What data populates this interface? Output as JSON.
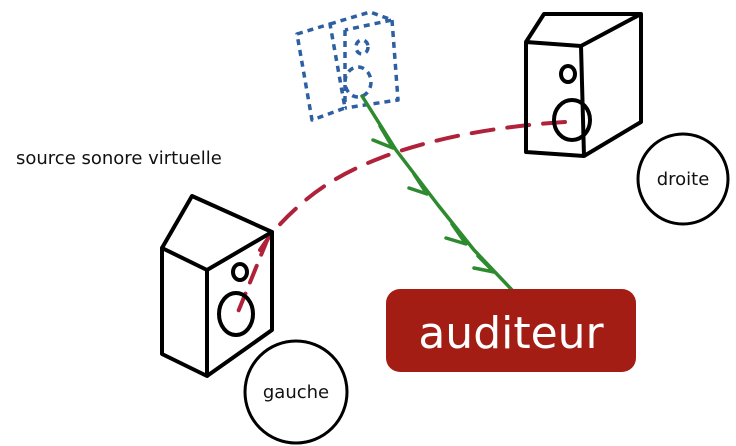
{
  "diagram": {
    "virtual_source_label": "source sonore virtuelle",
    "right_label": "droite",
    "left_label": "gauche",
    "listener_label": "auditeur",
    "colors": {
      "virtual_speaker": "#2d5fa3",
      "speaker_outline": "#000000",
      "sound_path": "#b0223a",
      "arrow_path": "#2e8a2e",
      "listener_box": "#a41d14",
      "listener_text": "#ffffff"
    },
    "icons": {
      "virtual_speaker": "speaker-dashed-icon",
      "right_speaker": "speaker-icon",
      "left_speaker": "speaker-icon"
    }
  }
}
